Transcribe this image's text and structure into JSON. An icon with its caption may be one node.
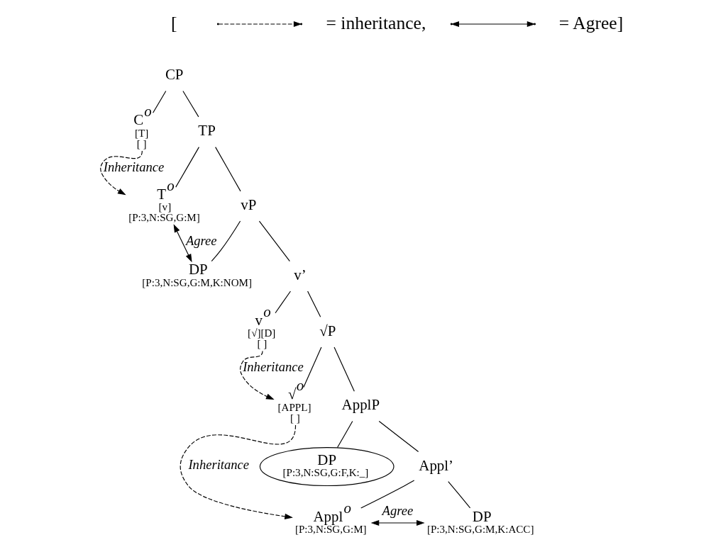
{
  "diagram": {
    "nodes": [
      {
        "text": [
          "CP"
        ]
      },
      {
        "text": [
          "C$^{o}$",
          "[T]",
          "[ ]"
        ]
      },
      {
        "text": [
          "TP"
        ]
      },
      {
        "text": [
          "T$^{o}$",
          "[v]",
          "[P:3,N:SG,G:M]"
        ]
      },
      {
        "text": [
          "vP"
        ]
      },
      {
        "text": [
          "DP",
          "[P:3,N:SG,G:M,K:NOM]"
        ]
      },
      {
        "text": [
          "v’"
        ]
      },
      {
        "text": [
          "v$^{o}$",
          "[√][D]",
          "[ ]"
        ]
      },
      {
        "text": [
          "√P"
        ]
      },
      {
        "text": [
          "√$^{o}$",
          "[APPL]",
          "[ ]"
        ]
      },
      {
        "text": [
          "ApplP"
        ]
      },
      {
        "text": [
          "DP",
          "[P:3,N:SG,G:F,K:_]"
        ]
      },
      {
        "text": [
          "Appl’"
        ]
      },
      {
        "text": [
          "Appl$^{o}$",
          "[P:3,N:SG,G:M]"
        ]
      },
      {
        "text": [
          "DP",
          "[P:3,N:SG,G:M,K:ACC]"
        ]
      }
    ],
    "edges": [
      {
        "from": 0,
        "to": 1,
        "arrow": "none"
      },
      {
        "from": 0,
        "to": 2,
        "arrow": "none"
      },
      {
        "from": 2,
        "to": 3,
        "arrow": "none"
      },
      {
        "from": 2,
        "to": 4,
        "arrow": "none"
      },
      {
        "from": 4,
        "to": 5,
        "arrow": "none"
      },
      {
        "from": 4,
        "to": 6,
        "arrow": "none"
      },
      {
        "from": 6,
        "to": 7,
        "arrow": "none"
      },
      {
        "from": 6,
        "to": 8,
        "arrow": "none"
      },
      {
        "from": 8,
        "to": 9,
        "arrow": "none"
      },
      {
        "from": 8,
        "to": 10,
        "arrow": "none"
      },
      {
        "from": 10,
        "to": 11,
        "arrow": "none"
      },
      {
        "from": 10,
        "to": 12,
        "arrow": "none"
      },
      {
        "from": 12,
        "to": 13,
        "arrow": "none"
      },
      {
        "from": 12,
        "to": 14,
        "arrow": "none"
      },
      {
        "from": 1,
        "to": 3,
        "arrow": "to",
        "style": "dashed",
        "label": "*Inheritance*"
      },
      {
        "from": 3,
        "to": 5,
        "arrow": "both",
        "label": "*Agree*"
      },
      {
        "from": 7,
        "to": 9,
        "arrow": "to",
        "style": "dashed",
        "label": "*Inheritance*"
      },
      {
        "from": 9,
        "to": 13,
        "arrow": "to",
        "style": "dashed",
        "label": "*Inheritance*"
      },
      {
        "from": 13,
        "to": 14,
        "arrow": "both",
        "label": "*Agree*"
      }
    ],
    "labels": [
      "["
    ],
    "legend": [
      {
        "text": "= inheritance,"
      },
      {
        "text": "= Agree]"
      }
    ]
  }
}
